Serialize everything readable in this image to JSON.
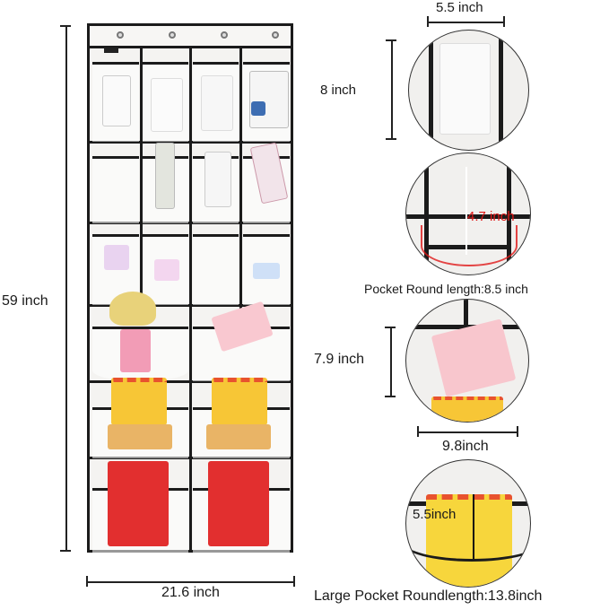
{
  "product": {
    "description": "Over-the-door hanging organizer with clear pockets",
    "colors": {
      "frame": "#1b1b1b",
      "fabric": "#f4f3f1",
      "accent_red": "#e01818"
    }
  },
  "dimensions": {
    "overall_height": "59 inch",
    "overall_width": "21.6 inch"
  },
  "detail_callouts": [
    {
      "id": "small-pocket-width",
      "width_label": "5.5 inch",
      "height_label": "8 inch"
    },
    {
      "id": "small-pocket-depth",
      "depth_label": "4.7 inch",
      "round_length_label": "Pocket Round length:8.5 inch"
    },
    {
      "id": "large-pocket-size",
      "height_label": "7.9 inch",
      "width_label": "9.8inch"
    },
    {
      "id": "large-pocket-depth",
      "depth_label": "5.5inch",
      "round_length_label": "Large Pocket Roundlength:13.8inch"
    }
  ]
}
